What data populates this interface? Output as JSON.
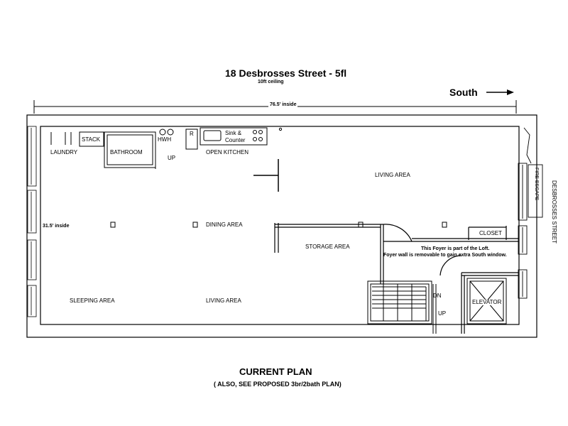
{
  "header": {
    "title": "18 Desbrosses Street - 5fl",
    "ceiling": "10ft ceiling",
    "direction": "South"
  },
  "dimensions": {
    "width": "76.5' inside",
    "depth": "31.5' inside"
  },
  "rooms": {
    "laundry": "LAUNDRY",
    "stack": "STACK",
    "bathroom": "BATHROOM",
    "hwh": "HWH",
    "r": "R",
    "up_bath": "UP",
    "sink_line1": "Sink &",
    "sink_line2": "Counter",
    "open_kitchen": "OPEN KITCHEN",
    "living_area_top": "LIVING AREA",
    "fire_escape": "FIRE ESCAPE",
    "street": "DESBROSSES STREET",
    "dining_area": "DINING AREA",
    "closet": "CLOSET",
    "storage_area": "STORAGE AREA",
    "foyer_note_1": "This Foyer is part of the Loft.",
    "foyer_note_2": "Foyer wall is removable to gain extra South window.",
    "dn": "DN",
    "up_stair": "UP",
    "elevator": "ELEVATOR",
    "sleeping_area": "SLEEPING AREA",
    "living_area_bottom": "LIVING AREA"
  },
  "footer": {
    "plan_title": "CURRENT PLAN",
    "plan_note": "( ALSO, SEE PROPOSED  3br/2bath PLAN)"
  }
}
